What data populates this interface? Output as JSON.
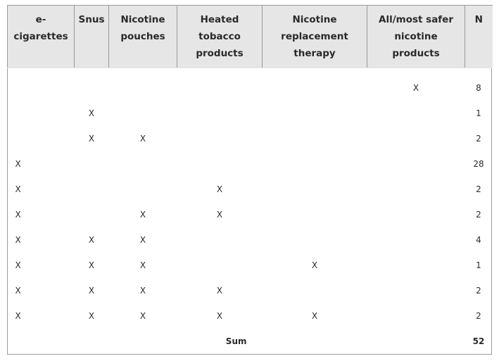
{
  "headers": [
    "e-cigarettes",
    "Snus",
    "Nicotine pouches",
    "Heated tobacco products",
    "Nicotine replacement therapy",
    "All/most safer nicotine products",
    "N"
  ],
  "rows": [
    [
      "",
      "",
      "",
      "",
      "",
      "X",
      "8"
    ],
    [
      "",
      "X",
      "",
      "",
      "",
      "",
      "1"
    ],
    [
      "",
      "X",
      "X",
      "",
      "",
      "",
      "2"
    ],
    [
      "X",
      "",
      "",
      "",
      "",
      "",
      "28"
    ],
    [
      "X",
      "",
      "",
      "X",
      "",
      "",
      "2"
    ],
    [
      "X",
      "",
      "X",
      "X",
      "",
      "",
      "2"
    ],
    [
      "X",
      "X",
      "X",
      "",
      "",
      "",
      "4"
    ],
    [
      "X",
      "X",
      "X",
      "",
      "X",
      "",
      "1"
    ],
    [
      "X",
      "X",
      "X",
      "X",
      "",
      "",
      "2"
    ],
    [
      "X",
      "X",
      "X",
      "X",
      "X",
      "",
      "2"
    ]
  ],
  "sum": {
    "label": "Sum",
    "value": "52"
  }
}
